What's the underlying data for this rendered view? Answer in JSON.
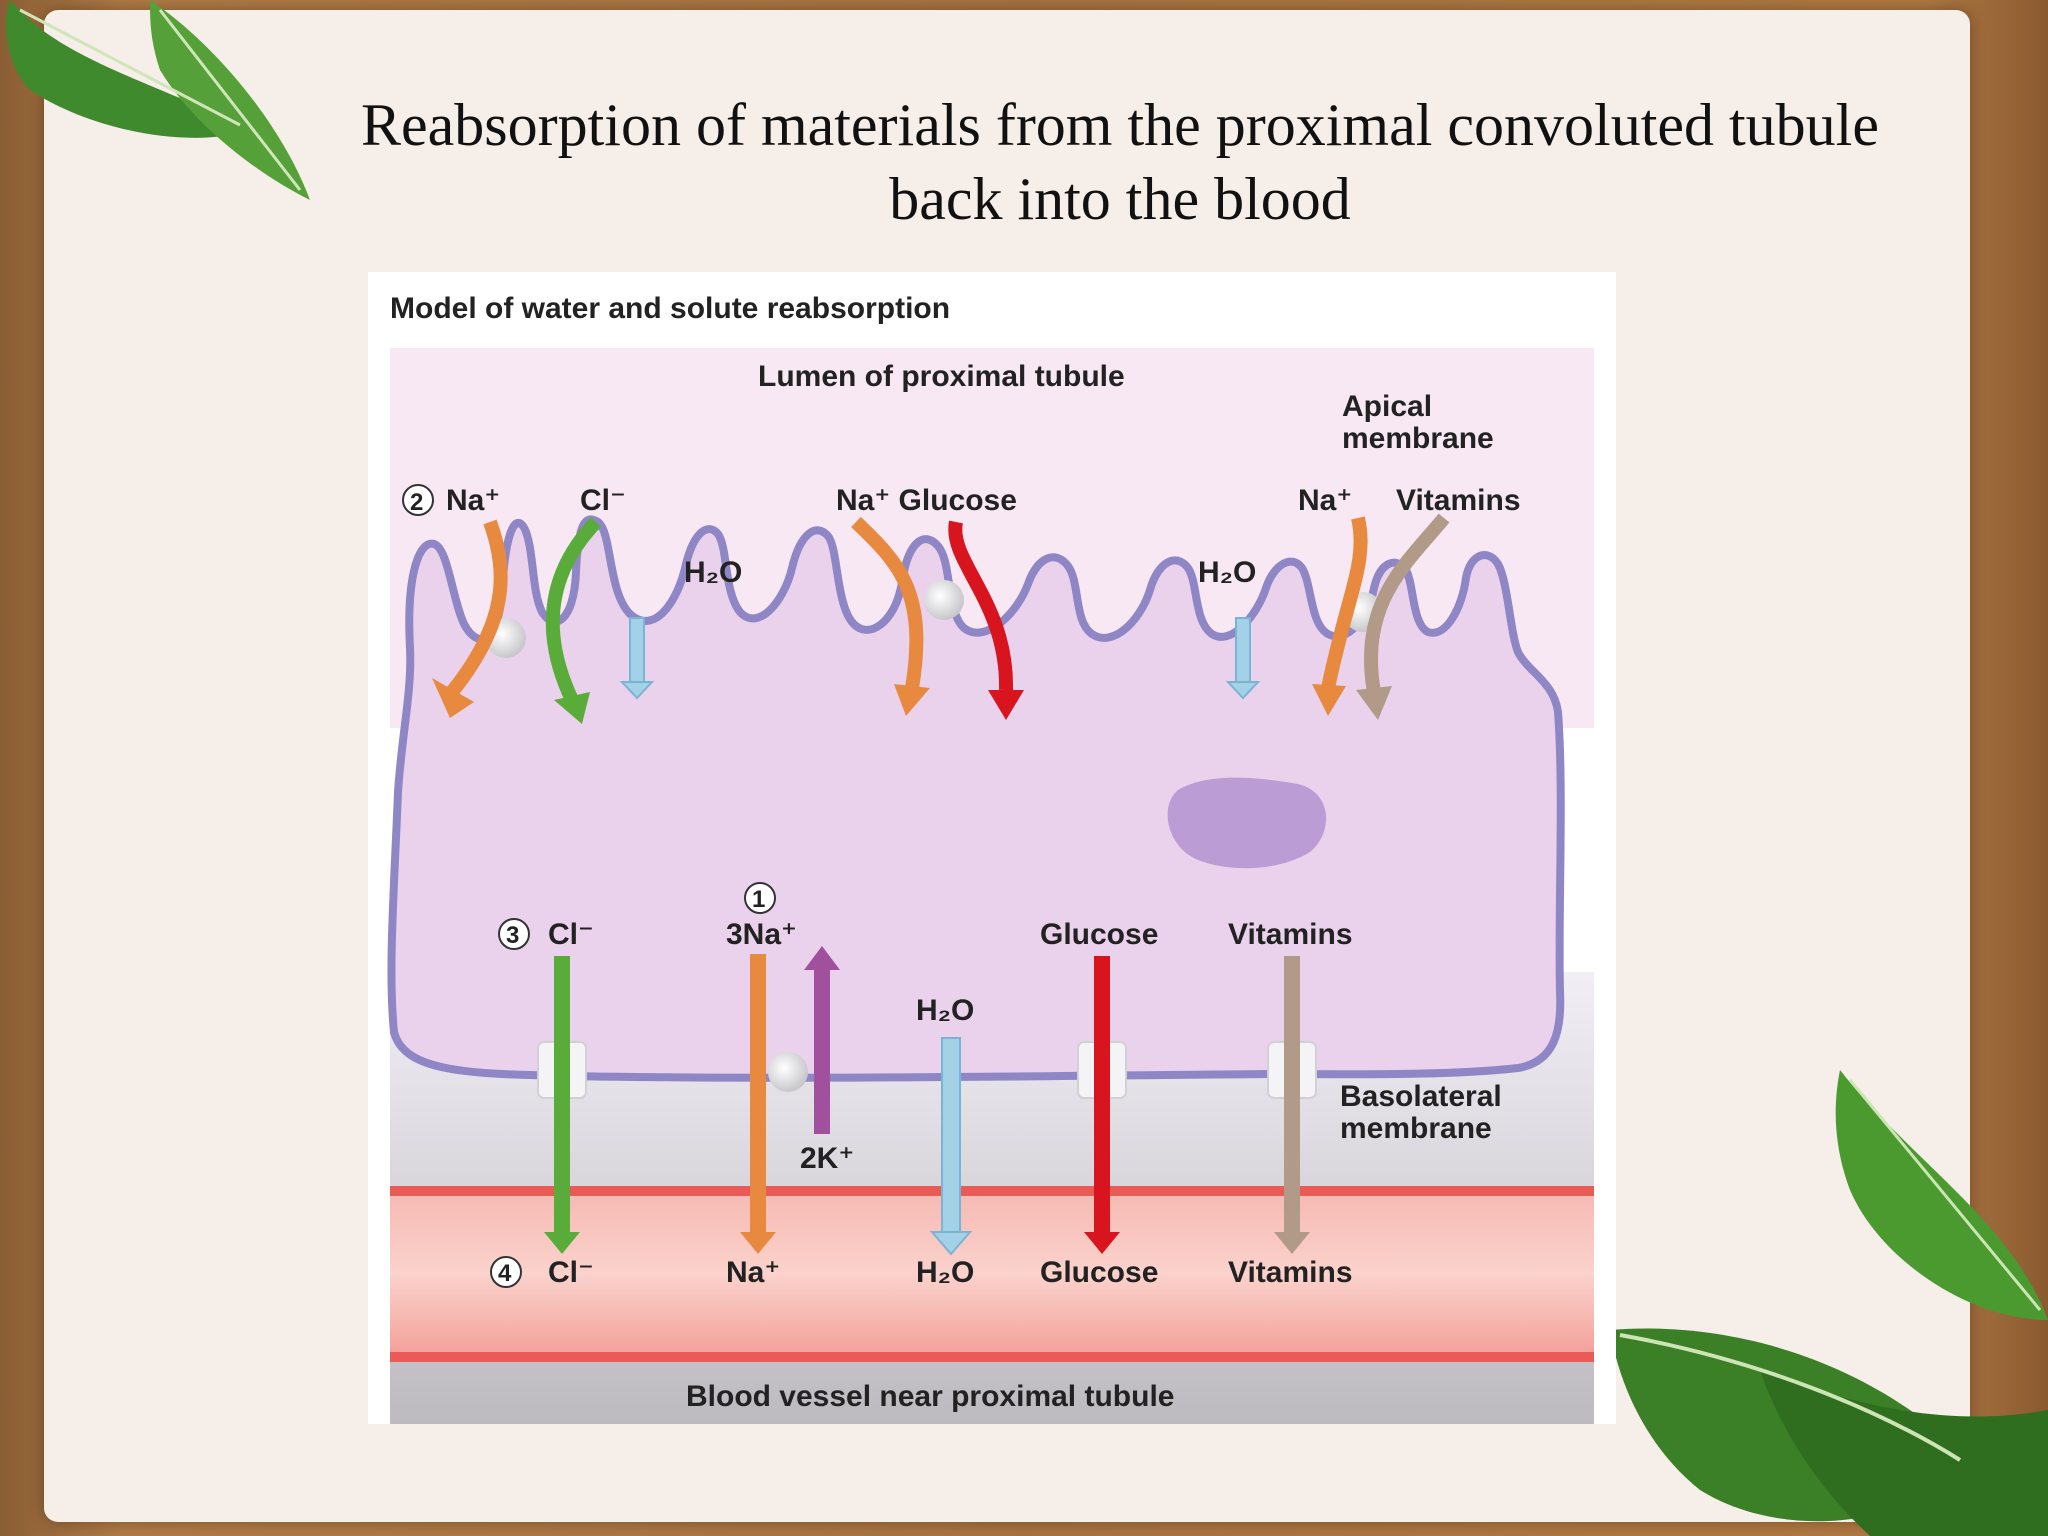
{
  "slide": {
    "title_line1": "Reabsorption of materials from the proximal convoluted tubule",
    "title_line2": "back into the blood"
  },
  "figure": {
    "heading": "Model of water and solute reabsorption",
    "lumen_label": "Lumen of proximal tubule",
    "apical_line1": "Apical",
    "apical_line2": "membrane",
    "basolateral_line1": "Basolateral",
    "basolateral_line2": "membrane",
    "vessel_label": "Blood vessel near proximal tubule",
    "apical_transport": {
      "step2_num": "2",
      "na": "Na⁺",
      "cl": "Cl⁻",
      "h2o_left": "H₂O",
      "na_glucose": "Na⁺ Glucose",
      "h2o_right": "H₂O",
      "na_right": "Na⁺",
      "vitamins": "Vitamins"
    },
    "basolateral_transport": {
      "step3_num": "3",
      "cl": "Cl⁻",
      "step1_num": "1",
      "na3": "3Na⁺",
      "k2": "2K⁺",
      "h2o": "H₂O",
      "glucose": "Glucose",
      "vitamins": "Vitamins"
    },
    "blood": {
      "step4_num": "4",
      "cl": "Cl⁻",
      "na": "Na⁺",
      "h2o": "H₂O",
      "glucose": "Glucose",
      "vitamins": "Vitamins"
    }
  },
  "colors": {
    "na_arrow": "#e88940",
    "cl_arrow": "#5aac3a",
    "glucose_arrow": "#d8141e",
    "vitamin_arrow": "#b19a88",
    "water_arrow": "#a3d2e8",
    "potassium_arrow": "#a0509c",
    "membrane": "#8f86c6",
    "cell_fill": "#ead2ec",
    "blood_vessel": "#f4aaa4"
  }
}
